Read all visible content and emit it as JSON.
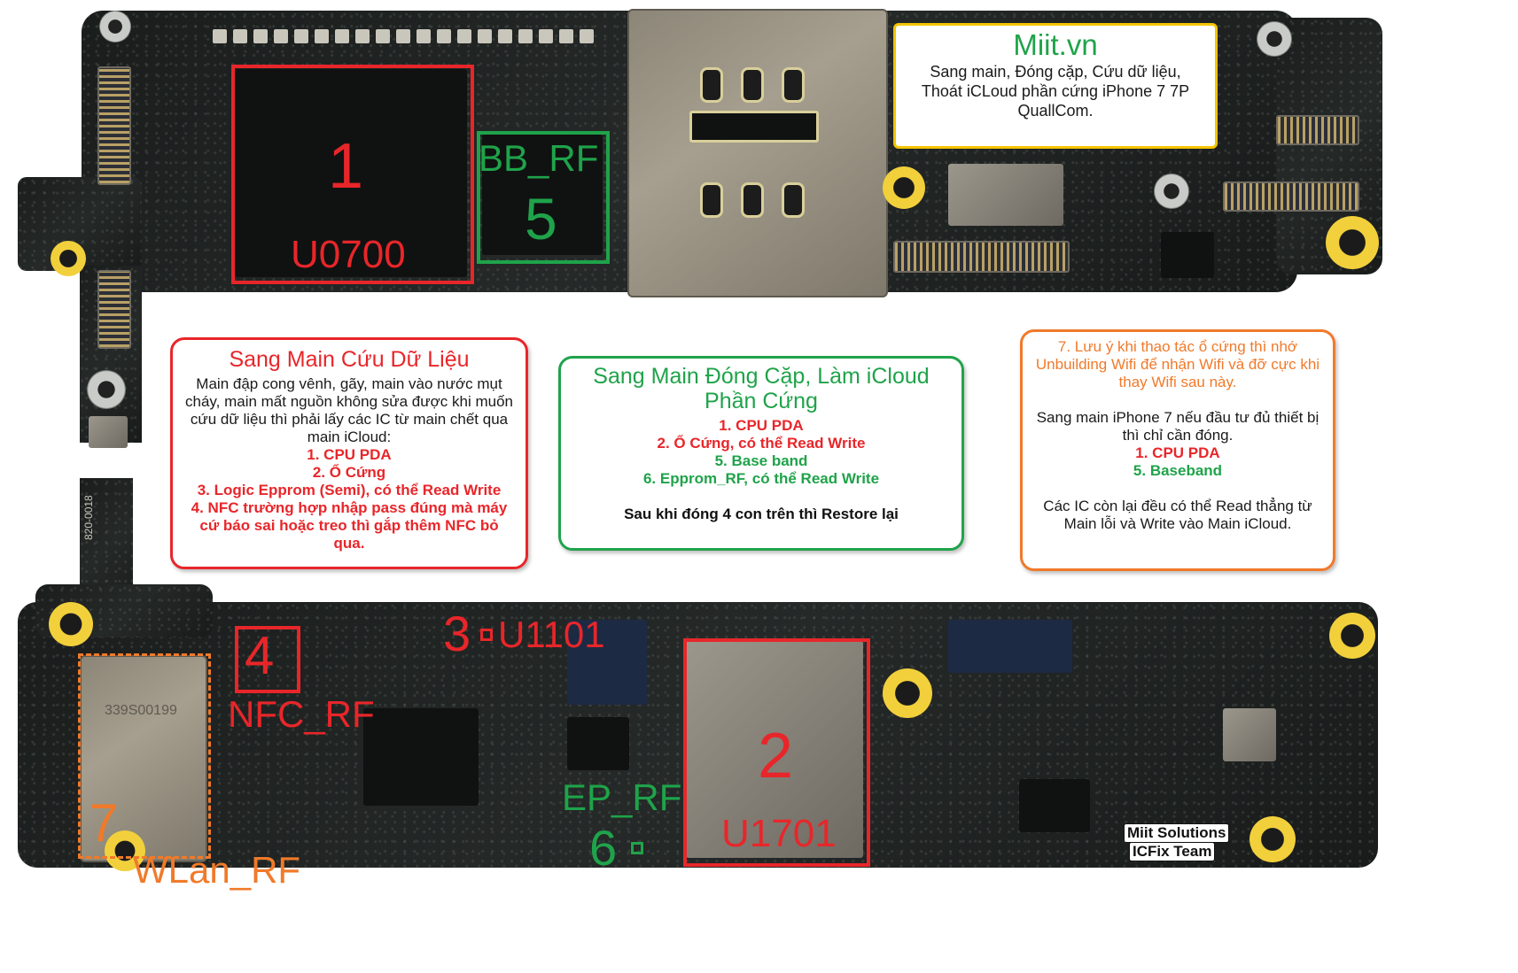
{
  "info_box": {
    "title": "Miit.vn",
    "lines": [
      "Sang main, Đóng cặp, Cứu dữ liệu,",
      "Thoát iCLoud phần cứng iPhone 7 7P",
      "QuallCom."
    ]
  },
  "markers": {
    "m1": {
      "number": "1",
      "label": "U0700"
    },
    "m5": {
      "number": "5",
      "label": "BB_RF"
    },
    "m3": {
      "number": "3",
      "label": "U1101"
    },
    "m4": {
      "number": "4",
      "label": "NFC_RF"
    },
    "m2": {
      "number": "2",
      "label": "U1701"
    },
    "m6": {
      "number": "6",
      "label": "EP_RF"
    },
    "m7": {
      "number": "7",
      "label": "WLan_RF"
    }
  },
  "board_print": {
    "top_pcb_code": "820-0018",
    "chip_code": "339S00199"
  },
  "callout_data": {
    "title": "Sang Main Cứu Dữ Liệu",
    "body": [
      "Main đập cong vênh, gãy, main vào nước mụt",
      "cháy, main mất nguồn không sửa được khi muốn",
      "cứu dữ liệu thì phải lấy các IC từ main chết qua",
      "main iCloud:"
    ],
    "items": [
      "1. CPU PDA",
      "2. Ổ Cứng",
      "3. Logic Epprom (Semi), có thể Read Write",
      "4. NFC trường hợp nhập pass đúng mà máy",
      "cứ báo sai hoặc treo thì gắp thêm NFC bỏ",
      "qua."
    ]
  },
  "callout_pair": {
    "title_line1": "Sang Main Đóng Cặp, Làm iCloud",
    "title_line2": "Phần Cứng",
    "red_items": [
      "1. CPU PDA",
      "2. Ổ Cứng, có thể Read Write"
    ],
    "green_items": [
      "5. Base band",
      "6. Epprom_RF, có thể Read Write"
    ],
    "footer": "Sau khi đóng 4 con trên thì Restore lại"
  },
  "callout_note": {
    "note_lines": [
      "7. Lưu ý khi thao tác ổ cứng thì nhớ",
      "Unbuilding Wifi để nhận Wifi và đỡ cực khi",
      "thay Wifi sau này."
    ],
    "para_lines": [
      "Sang main iPhone 7 nếu đầu tư đủ thiết bị",
      "thì chỉ cần đóng."
    ],
    "red_item": "1. CPU PDA",
    "green_item": "5. Baseband",
    "end_lines": [
      "Các IC còn lại đều có thể Read thẳng từ",
      "Main lỗi và Write vào Main iCloud."
    ]
  },
  "credit": {
    "line1": "Miit Solutions",
    "line2": "ICFix Team"
  },
  "colors": {
    "red": "#e8262a",
    "green": "#1fa34a",
    "orange": "#f07a2a",
    "gold": "#f4c400"
  }
}
